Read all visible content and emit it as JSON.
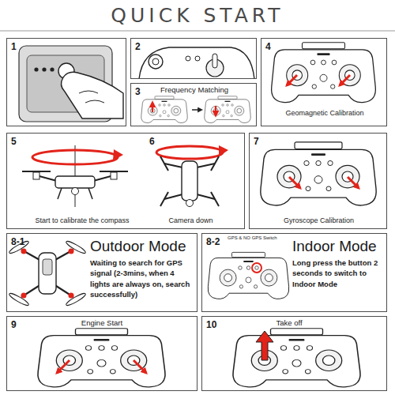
{
  "diagram": {
    "title": "QUICK START",
    "nodes": [
      {
        "text": [
          "1"
        ]
      },
      {
        "text": [
          "2"
        ]
      },
      {
        "text": [
          "3",
          "Frequency Matching"
        ]
      },
      {
        "text": [
          "4",
          "Geomagnetic Calibration"
        ]
      },
      {
        "text": [
          "5",
          "Start to calibrate the compass",
          "6",
          "Camera down"
        ]
      },
      {
        "text": [
          "7",
          "Gyroscope Calibration"
        ]
      },
      {
        "text": [
          "8-1",
          "Outdoor Mode",
          "Waiting to search for GPS signal (2-3mins, when 4 lights are always on, search successfully)"
        ]
      },
      {
        "text": [
          "8-2",
          "GPS & NO GPS Switch",
          "Indoor Mode",
          "Long press the button 2 seconds to switch to Indoor Mode"
        ]
      },
      {
        "text": [
          "9",
          "Engine Start"
        ]
      },
      {
        "text": [
          "10",
          "Take off"
        ]
      }
    ]
  }
}
